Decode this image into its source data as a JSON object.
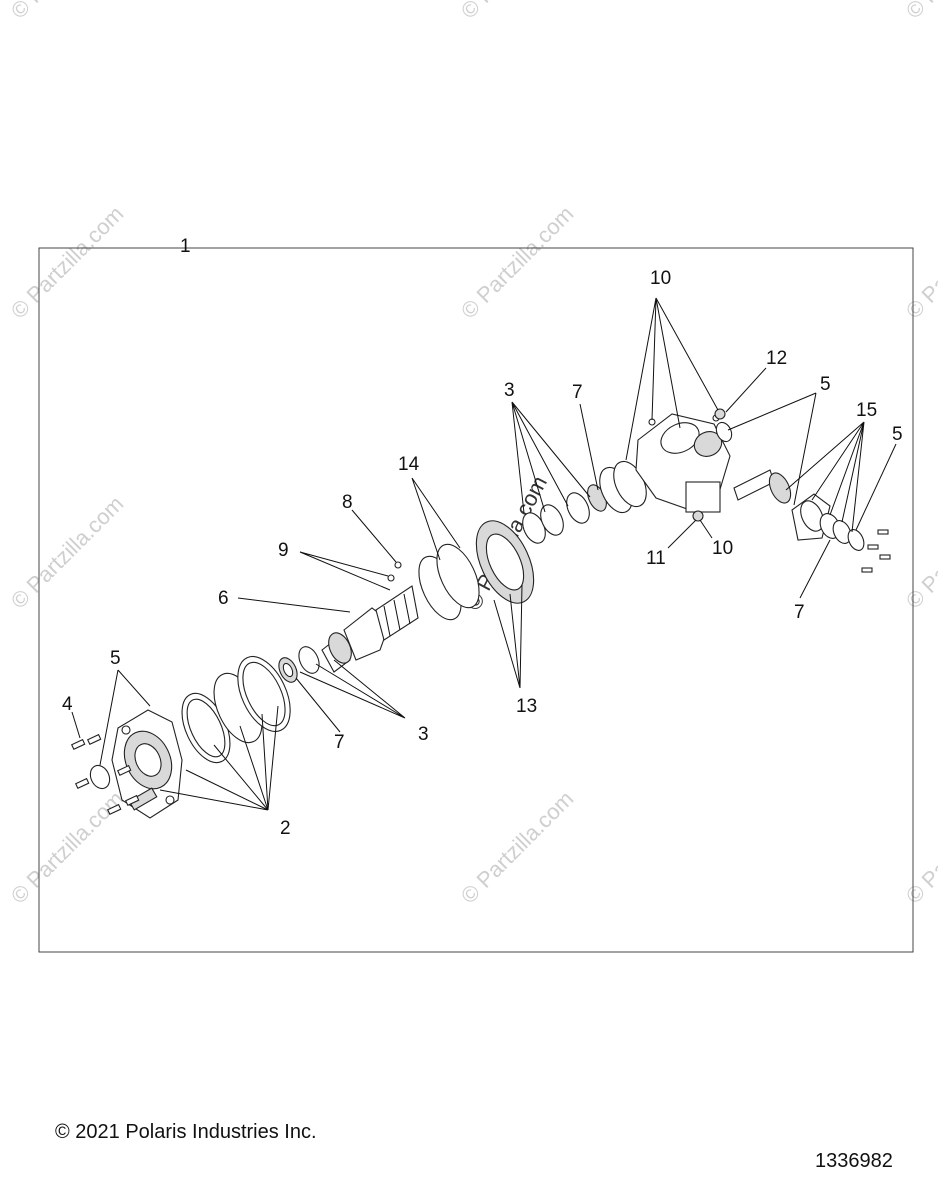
{
  "watermark": "© Partzilla.com",
  "callouts": {
    "c1": "1",
    "c2": "2",
    "c3a": "3",
    "c3b": "3",
    "c4": "4",
    "c5a": "5",
    "c5b": "5",
    "c5c": "5",
    "c6": "6",
    "c7a": "7",
    "c7b": "7",
    "c7c": "7",
    "c8": "8",
    "c9": "9",
    "c10a": "10",
    "c10b": "10",
    "c11": "11",
    "c12": "12",
    "c13": "13",
    "c14": "14",
    "c15": "15"
  },
  "footer": {
    "copyright": "© 2021 Polaris Industries Inc.",
    "part_number": "1336982"
  }
}
